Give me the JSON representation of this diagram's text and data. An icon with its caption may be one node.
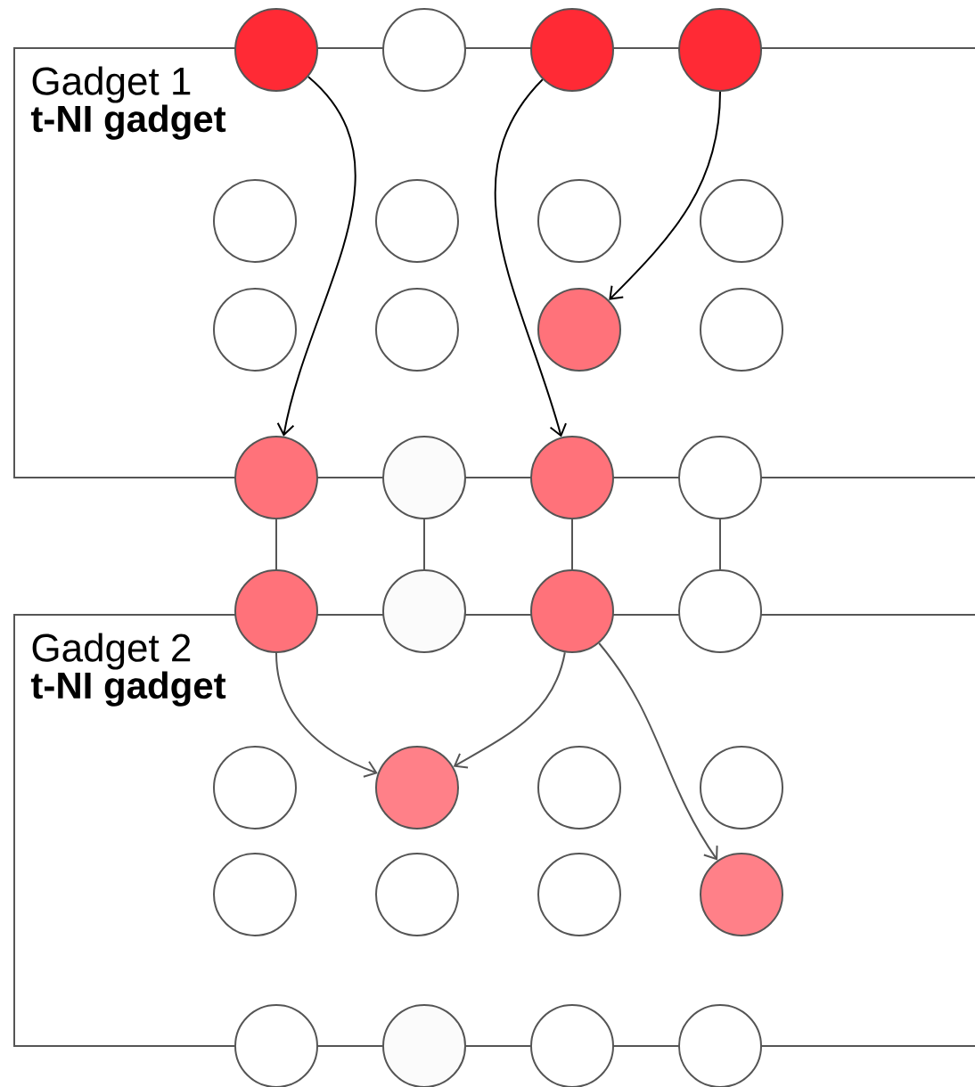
{
  "diagram": {
    "nodes": [
      {
        "text": [
          "Gadget 1",
          "t-NI gadget"
        ]
      },
      {
        "text": [],
        "shape": "circle"
      },
      {
        "text": [],
        "shape": "circle"
      },
      {
        "text": [],
        "shape": "circle"
      },
      {
        "text": [],
        "shape": "circle"
      },
      {
        "text": [],
        "shape": "circle",
        "in": 0
      },
      {
        "text": [],
        "shape": "circle",
        "in": 0
      },
      {
        "text": [],
        "shape": "circle",
        "in": 0
      },
      {
        "text": [],
        "shape": "circle",
        "in": 0
      },
      {
        "text": [],
        "shape": "circle",
        "in": 0
      },
      {
        "text": [],
        "shape": "circle",
        "in": 0
      },
      {
        "text": [],
        "shape": "circle",
        "in": 0
      },
      {
        "text": [],
        "shape": "circle",
        "in": 0
      },
      {
        "text": [],
        "shape": "circle"
      },
      {
        "text": [],
        "shape": "circle"
      },
      {
        "text": [],
        "shape": "circle"
      },
      {
        "text": [],
        "shape": "circle"
      },
      {
        "text": [
          "Gadget 2",
          "t-NI gadget"
        ]
      },
      {
        "text": [],
        "shape": "circle"
      },
      {
        "text": [],
        "shape": "circle"
      },
      {
        "text": [],
        "shape": "circle"
      },
      {
        "text": [],
        "shape": "circle"
      },
      {
        "text": [],
        "shape": "circle",
        "in": 17
      },
      {
        "text": [],
        "shape": "circle",
        "in": 17
      },
      {
        "text": [],
        "shape": "circle",
        "in": 17
      },
      {
        "text": [],
        "shape": "circle",
        "in": 17
      },
      {
        "text": [],
        "shape": "circle",
        "in": 17
      },
      {
        "text": [],
        "shape": "circle",
        "in": 17
      },
      {
        "text": [],
        "shape": "circle",
        "in": 17
      },
      {
        "text": [],
        "shape": "circle",
        "in": 17
      },
      {
        "text": [],
        "shape": "circle"
      },
      {
        "text": [],
        "shape": "circle"
      },
      {
        "text": [],
        "shape": "circle"
      },
      {
        "text": [],
        "shape": "circle"
      }
    ],
    "edges": [
      {
        "from": 1,
        "to": 13,
        "arrow": "to",
        "color": "#000000"
      },
      {
        "from": 3,
        "to": 15,
        "arrow": "to",
        "color": "#000000"
      },
      {
        "from": 4,
        "to": 11,
        "arrow": "to",
        "color": "#000000"
      },
      {
        "from": 13,
        "to": 18,
        "arrow": "none"
      },
      {
        "from": 14,
        "to": 19,
        "arrow": "none"
      },
      {
        "from": 15,
        "to": 20,
        "arrow": "none"
      },
      {
        "from": 16,
        "to": 21,
        "arrow": "none"
      },
      {
        "from": 18,
        "to": 23,
        "arrow": "to"
      },
      {
        "from": 20,
        "to": 23,
        "arrow": "to"
      },
      {
        "from": 20,
        "to": 29,
        "arrow": "to"
      }
    ]
  }
}
